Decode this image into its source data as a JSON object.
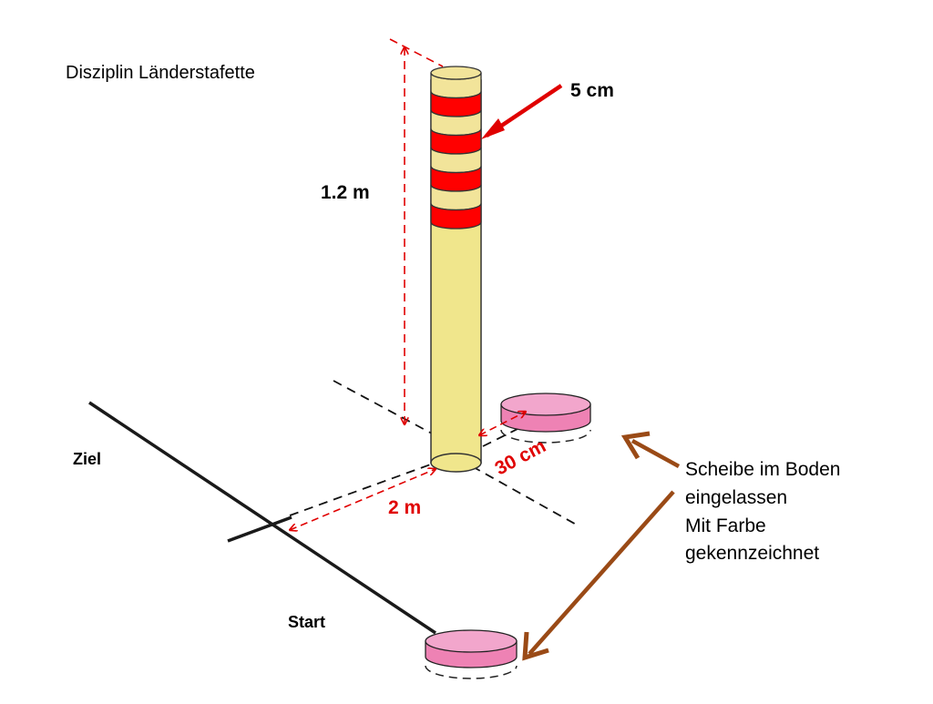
{
  "title": "Disziplin Länderstafette",
  "labels": {
    "band_width": "5 cm",
    "pole_height": "1.2 m",
    "disc_distance": "30 cm",
    "line_distance": "2 m",
    "finish": "Ziel",
    "start": "Start"
  },
  "note": [
    "Scheibe im Boden",
    "eingelassen",
    "Mit Farbe",
    "gekennzeichnet"
  ],
  "colors": {
    "pole": "#F0E68C",
    "pole_dark": "#F2E49A",
    "band_red": "#FF0000",
    "dimension": "#E00000",
    "disc": "#EE82B4",
    "disc_top": "#F2A6CC",
    "arrow_brown": "#9A4A16",
    "line": "#1a1a1a"
  },
  "pole_bands": [
    "light",
    "red",
    "light",
    "red",
    "light",
    "red",
    "light",
    "red"
  ]
}
